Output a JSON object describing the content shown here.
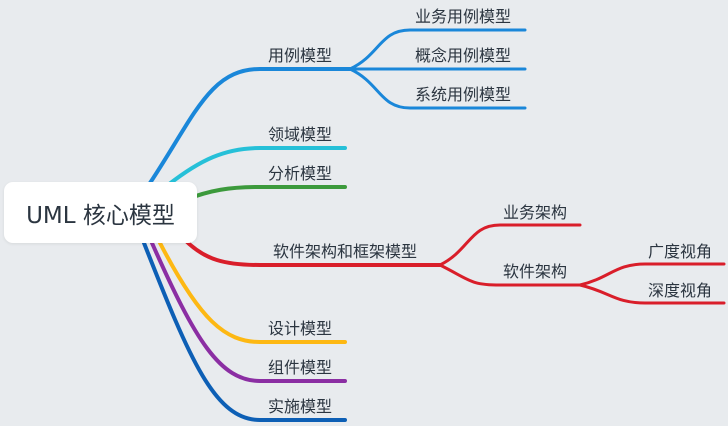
{
  "root": {
    "label": "UML 核心模型"
  },
  "colors": {
    "blue": "#1a87d9",
    "cyan": "#26c0d8",
    "green": "#3c9a3c",
    "red": "#d91e2a",
    "orange": "#fdb813",
    "purple": "#8b2ea3",
    "darkblue": "#0d5fb5"
  },
  "nodes": {
    "use_case": {
      "label": "用例模型"
    },
    "business_use_case": {
      "label": "业务用例模型"
    },
    "concept_use_case": {
      "label": "概念用例模型"
    },
    "system_use_case": {
      "label": "系统用例模型"
    },
    "domain": {
      "label": "领域模型"
    },
    "analysis": {
      "label": "分析模型"
    },
    "software_arch_frame": {
      "label": "软件架构和框架模型"
    },
    "business_arch": {
      "label": "业务架构"
    },
    "software_arch": {
      "label": "软件架构"
    },
    "breadth_view": {
      "label": "广度视角"
    },
    "depth_view": {
      "label": "深度视角"
    },
    "design": {
      "label": "设计模型"
    },
    "component": {
      "label": "组件模型"
    },
    "implementation": {
      "label": "实施模型"
    }
  }
}
